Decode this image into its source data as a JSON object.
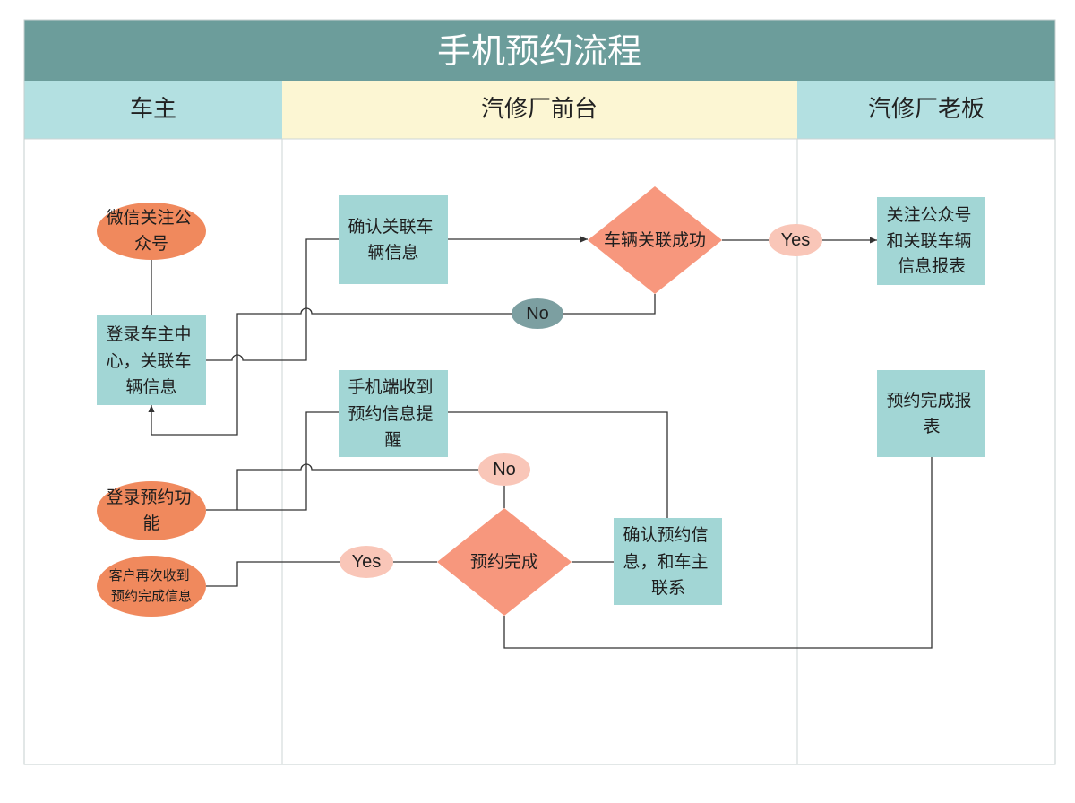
{
  "title": "手机预约流程",
  "lanes": [
    {
      "label": "车主"
    },
    {
      "label": "汽修厂前台"
    },
    {
      "label": "汽修厂老板"
    }
  ],
  "nodes": {
    "wechat_follow": {
      "lines": [
        "微信关注公",
        "众号"
      ]
    },
    "login_owner_center": {
      "lines": [
        "登录车主中",
        "心，关联车",
        "辆信息"
      ]
    },
    "login_booking": {
      "lines": [
        "登录预约功",
        "能"
      ]
    },
    "customer_receive_again": {
      "lines": [
        "客户再次收到",
        "预约完成信息"
      ]
    },
    "confirm_vehicle_link": {
      "lines": [
        "确认关联车",
        "辆信息"
      ]
    },
    "vehicle_link_success": {
      "lines": [
        "车辆关联成功"
      ]
    },
    "follow_and_link_report": {
      "lines": [
        "关注公众号",
        "和关联车辆",
        "信息报表"
      ]
    },
    "phone_booking_reminder": {
      "lines": [
        "手机端收到",
        "预约信息提",
        "醒"
      ]
    },
    "booking_complete_report": {
      "lines": [
        "预约完成报",
        "表"
      ]
    },
    "booking_complete": {
      "lines": [
        "预约完成"
      ]
    },
    "confirm_booking_contact_owner": {
      "lines": [
        "确认预约信",
        "息，和车主",
        "联系"
      ]
    }
  },
  "branches": {
    "link_success_yes": "Yes",
    "link_success_no": "No",
    "booking_complete_no": "No",
    "booking_complete_yes": "Yes"
  },
  "colors": {
    "title_bar": "#6c9d9b",
    "lane_header_side": "#b3e0e1",
    "lane_header_middle": "#fcf6d3",
    "process_box": "#a2d6d5",
    "terminal_ellipse": "#f0895d",
    "decision_diamond": "#f7977d",
    "branch_label_light": "#f9c6b8",
    "branch_label_dark": "#7c9fa1",
    "connector": "#333333"
  }
}
